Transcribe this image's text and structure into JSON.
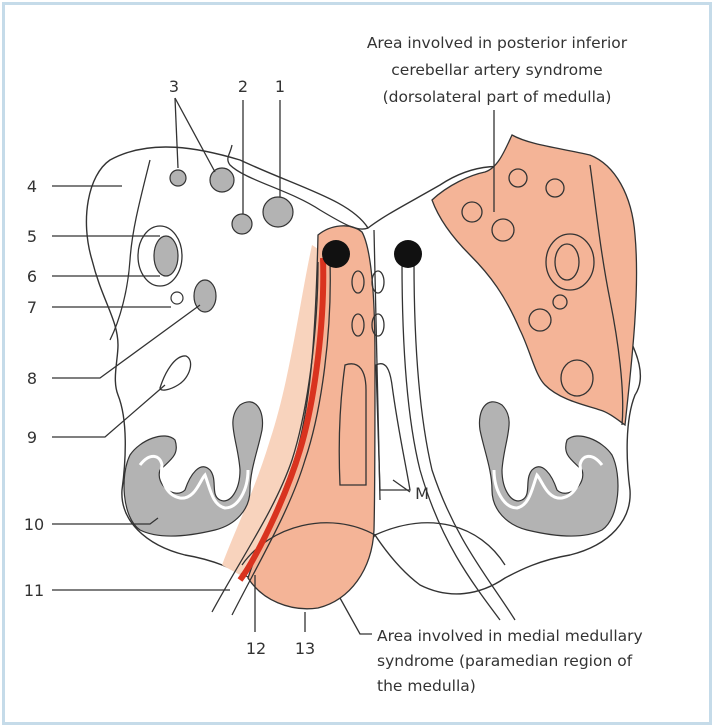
{
  "colors": {
    "border": "#c5dbe9",
    "outline": "#333333",
    "lesion_fill": "#f4b497",
    "lesion_light": "#f8d3bd",
    "tract_red": "#d9331f",
    "olive_gray": "#b3b3b3",
    "nucleus_black": "#111111"
  },
  "numbers": [
    "1",
    "2",
    "3",
    "4",
    "5",
    "6",
    "7",
    "8",
    "9",
    "10",
    "11",
    "12",
    "13"
  ],
  "marker_m": "M",
  "captions": {
    "pica": {
      "line1": "Area involved in posterior inferior",
      "line2": "cerebellar artery syndrome",
      "line3": "(dorsolateral part of medulla)"
    },
    "medial": {
      "line1": "Area involved in medial medullary",
      "line2": "syndrome (paramedian region of",
      "line3": "the medulla)"
    }
  }
}
